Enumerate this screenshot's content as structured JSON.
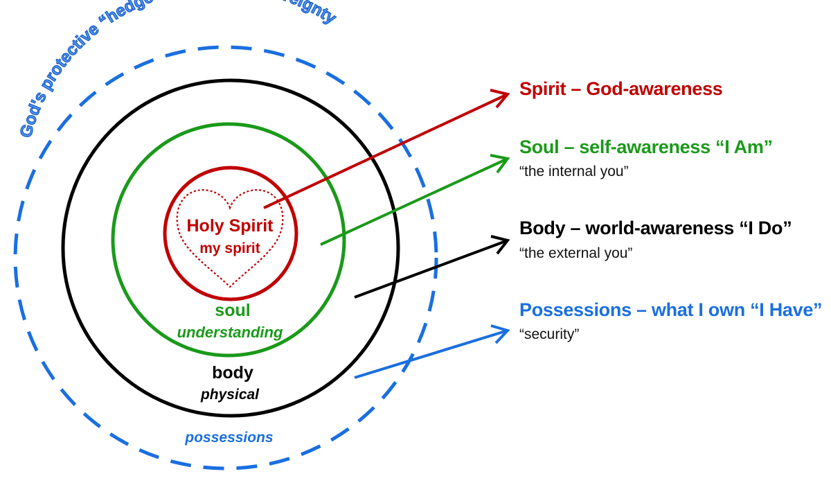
{
  "colors": {
    "spirit": "#c00000",
    "soul": "#1a9a1a",
    "body": "#000000",
    "possessions": "#1a6fe0"
  },
  "hedge": {
    "label": "God's protective “hedge” (fence) of sovereignty"
  },
  "circles": {
    "spirit_primary": "Holy Spirit",
    "spirit_secondary": "my spirit",
    "soul_primary": "soul",
    "soul_secondary": "understanding",
    "body_primary": "body",
    "body_secondary": "physical",
    "possessions_label": "possessions"
  },
  "legend": {
    "spirit": {
      "title": "Spirit – God-awareness",
      "subtitle": ""
    },
    "soul": {
      "title": "Soul – self-awareness  “I Am”",
      "subtitle": "“the internal you”"
    },
    "body": {
      "title": "Body – world-awareness  “I Do”",
      "subtitle": "“the external you”"
    },
    "possessions": {
      "title": "Possessions – what I own “I Have”",
      "subtitle": "“security”"
    }
  }
}
